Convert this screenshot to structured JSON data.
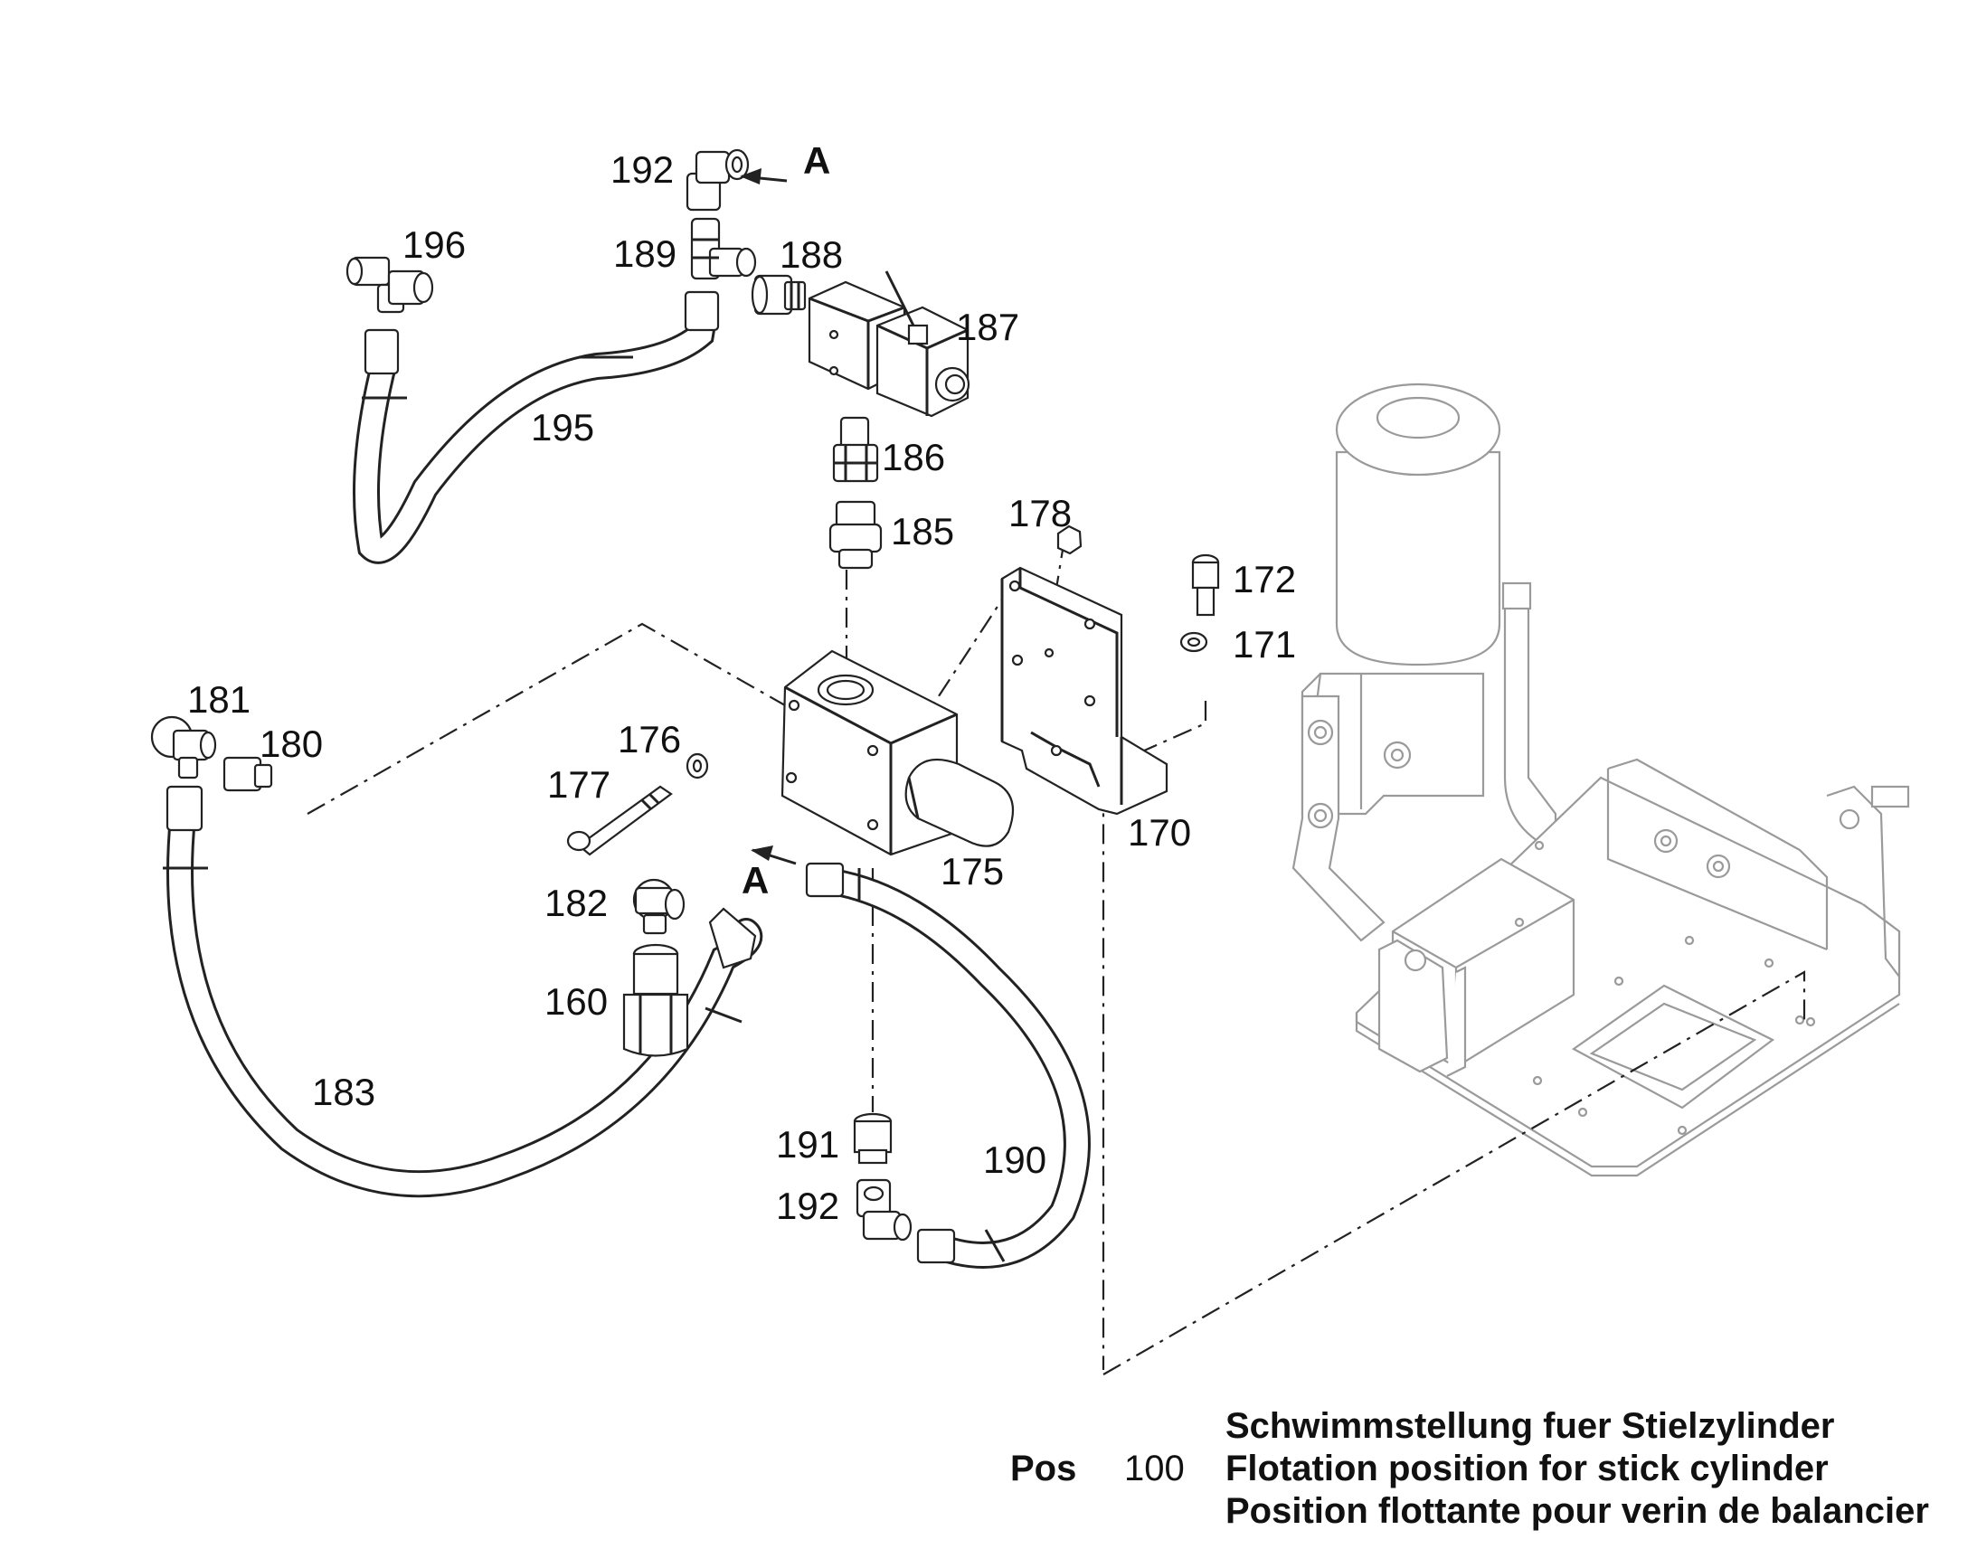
{
  "title_lines": [
    "Schwimmstellung fuer Stielzylinder",
    "Flotation position for stick cylinder",
    "Position flottante pour verin de balancier"
  ],
  "pos_label": "Pos",
  "pos_number": "100",
  "view_marker": "A",
  "part_labels": {
    "p192a": "192",
    "p196": "196",
    "p189": "189",
    "p188": "188",
    "p187": "187",
    "p195": "195",
    "p186": "186",
    "p185": "185",
    "p178": "178",
    "p172": "172",
    "p171": "171",
    "p181": "181",
    "p180": "180",
    "p176": "176",
    "p177": "177",
    "p170": "170",
    "p175": "175",
    "p182": "182",
    "p160": "160",
    "p183": "183",
    "p191": "191",
    "p190": "190",
    "p192b": "192"
  }
}
